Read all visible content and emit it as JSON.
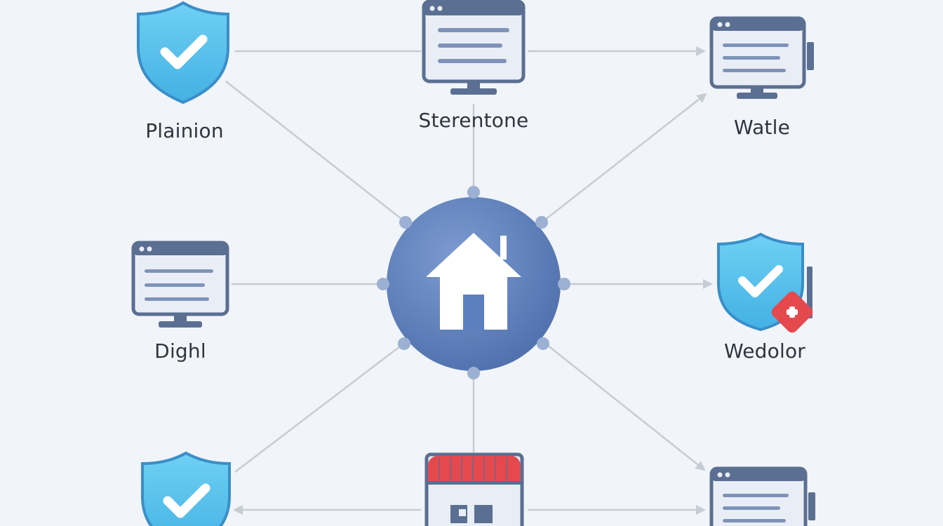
{
  "colors": {
    "background": "#f1f4f8",
    "connector": "#c7ccd4",
    "hub_fill": "#5b7fbf",
    "hub_dot": "#9bb0d2",
    "shield_fill": "#5cc2ea",
    "shield_stroke": "#3a8ec8",
    "monitor_frame": "#5a6f92",
    "monitor_screen": "#e9eef6",
    "monitor_lines": "#7f93b8",
    "alert_red": "#e5484d"
  },
  "hub": {
    "icon": "house-icon"
  },
  "nodes": {
    "top_left": {
      "label": "Plainion",
      "icon": "shield-check-icon"
    },
    "top_center": {
      "label": "Sterentone",
      "icon": "monitor-icon"
    },
    "top_right": {
      "label": "Watle",
      "icon": "monitor-icon"
    },
    "mid_left": {
      "label": "Dighl",
      "icon": "monitor-icon"
    },
    "mid_right": {
      "label": "Wedolor",
      "icon": "shield-alert-icon"
    },
    "bottom_left": {
      "label": "",
      "icon": "shield-check-icon"
    },
    "bottom_center": {
      "label": "",
      "icon": "calendar-icon"
    },
    "bottom_right": {
      "label": "",
      "icon": "monitor-icon"
    }
  }
}
